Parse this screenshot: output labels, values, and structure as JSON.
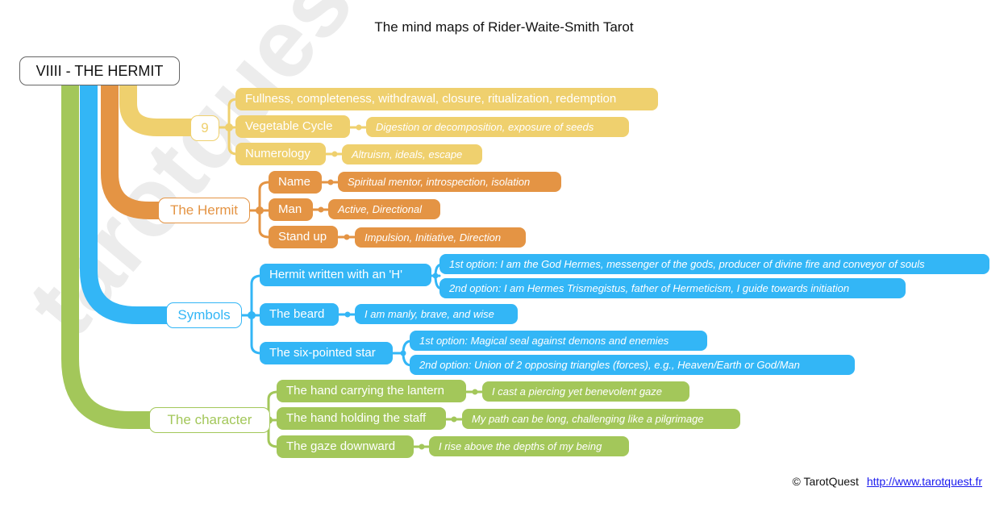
{
  "title": "The mind maps of Rider-Waite-Smith Tarot",
  "root": "VIIII - THE HERMIT",
  "watermark": "tarotquest.fr",
  "colors": {
    "number": "#efd06e",
    "hermit": "#e49444",
    "symbols": "#33b6f6",
    "character": "#a3c75a"
  },
  "branches": {
    "number": {
      "label": "9",
      "children": [
        {
          "label": "Fullness, completeness, withdrawal, closure, ritualization, redemption"
        },
        {
          "label": "Vegetable Cycle",
          "details": [
            "Digestion or decomposition, exposure of seeds"
          ]
        },
        {
          "label": "Numerology",
          "details": [
            "Altruism, ideals, escape"
          ]
        }
      ]
    },
    "hermit": {
      "label": "The Hermit",
      "children": [
        {
          "label": "Name",
          "details": [
            "Spiritual mentor, introspection, isolation"
          ]
        },
        {
          "label": "Man",
          "details": [
            "Active, Directional"
          ]
        },
        {
          "label": "Stand up",
          "details": [
            "Impulsion, Initiative, Direction"
          ]
        }
      ]
    },
    "symbols": {
      "label": "Symbols",
      "children": [
        {
          "label": "Hermit written with an 'H'",
          "details": [
            "1st option: I am the God Hermes, messenger of the gods, producer of divine fire and conveyor of souls",
            "2nd option: I am Hermes Trismegistus, father of Hermeticism, I guide towards initiation"
          ]
        },
        {
          "label": "The beard",
          "details": [
            "I am manly, brave, and wise"
          ]
        },
        {
          "label": "The six-pointed star",
          "details": [
            "1st option: Magical seal against demons and enemies",
            "2nd option: Union of 2 opposing triangles (forces), e.g., Heaven/Earth or God/Man"
          ]
        }
      ]
    },
    "character": {
      "label": "The character",
      "children": [
        {
          "label": "The hand carrying the lantern",
          "details": [
            "I cast a piercing yet benevolent gaze"
          ]
        },
        {
          "label": "The hand holding the staff",
          "details": [
            "My path can be long, challenging like a pilgrimage"
          ]
        },
        {
          "label": "The gaze downward",
          "details": [
            "I rise above the depths of my being"
          ]
        }
      ]
    }
  },
  "footer": {
    "copyright": "© TarotQuest",
    "link": "http://www.tarotquest.fr"
  }
}
